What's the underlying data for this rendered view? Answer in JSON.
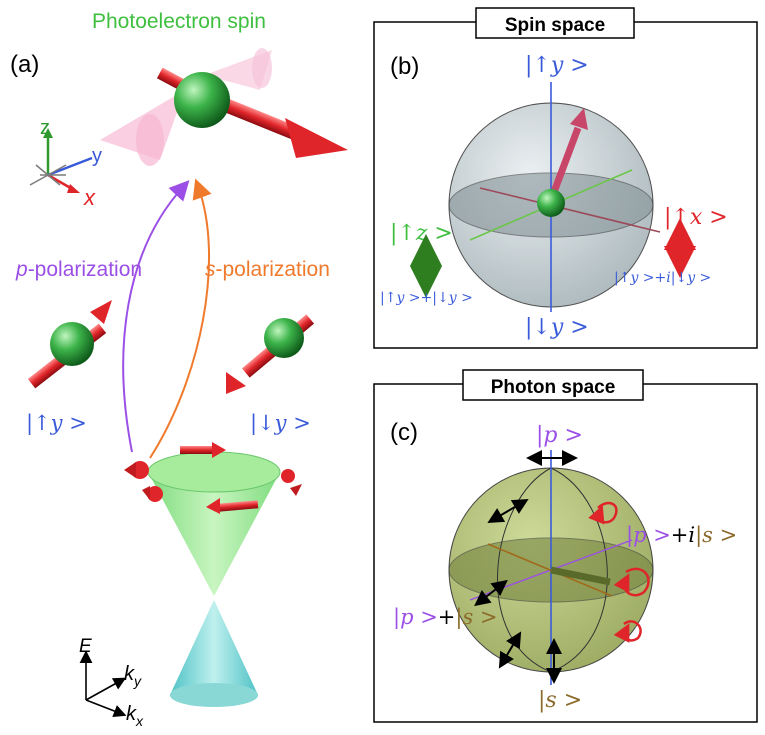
{
  "panel_a": {
    "label": "(a)",
    "title": "Photoelectron spin",
    "axes3d": {
      "x": "x",
      "y": "y",
      "z": "z"
    },
    "p_pol": {
      "letter": "p",
      "rest": "-polarization"
    },
    "s_pol": {
      "letter": "s",
      "rest": "-polarization"
    },
    "ket_up_y": "|↑y >",
    "ket_down_y": "|↓y >",
    "e_axis": "E",
    "k_letter": "k",
    "ky_sub": "y",
    "kx_sub": "x"
  },
  "panel_b": {
    "label": "(b)",
    "title": "Spin space",
    "top": "|↑y >",
    "bottom": "|↓y >",
    "right": "|↑x >",
    "left": "|↑z >",
    "left_combo": "|↑y >+|↓y >",
    "right_combo": "|↑y >+i|↓y >"
  },
  "panel_c": {
    "label": "(c)",
    "title": "Photon space",
    "top": "|p >",
    "bottom": "|s >",
    "left_p": "|p >",
    "left_plus": "+",
    "left_s": "|s >",
    "right_p": "|p >",
    "right_plus": "+i",
    "right_s": "|s >"
  },
  "colors": {
    "green_text": "#3fbf3f",
    "blue_text": "#3a5bd9",
    "red_text": "#e0252a",
    "purple": "#9b4fe6",
    "orange": "#f07a2c",
    "brown": "#8b6a2a",
    "sphere_grey": "#b9c4c8",
    "sphere_olive": "#a8b86a"
  }
}
